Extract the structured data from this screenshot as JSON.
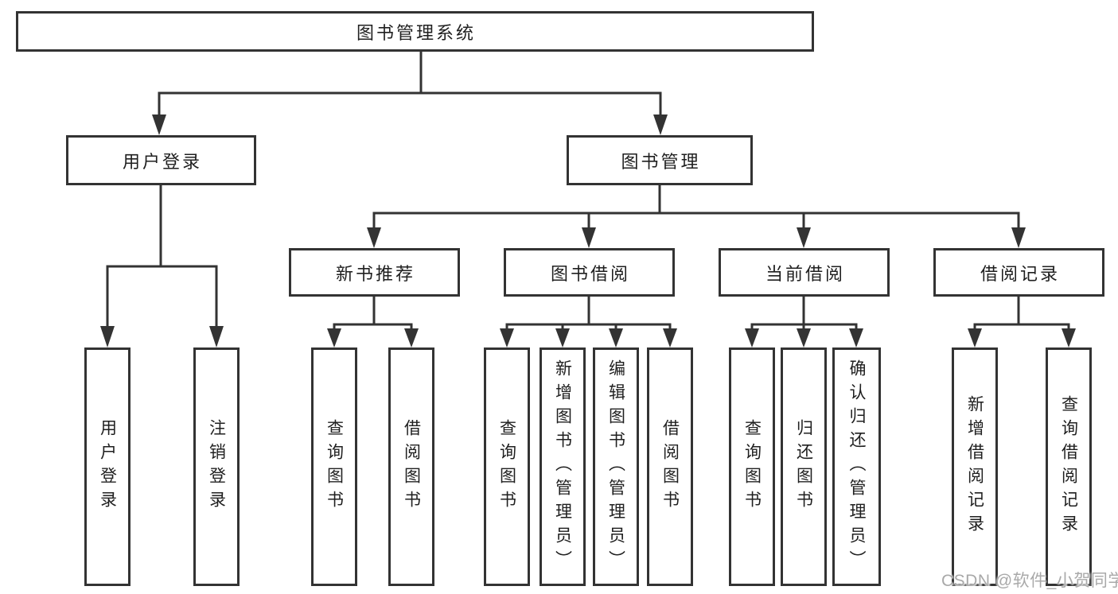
{
  "colors": {
    "background": "#ffffff",
    "box_border": "#333333",
    "connector_line": "#333333",
    "text": "#1f1f1f",
    "watermark_text": "#a9a9a9"
  },
  "tree": {
    "root": {
      "label": "图书管理系统"
    },
    "branches": [
      {
        "label": "用户登录",
        "children": [
          {
            "label": "用户登录"
          },
          {
            "label": "注销登录"
          }
        ]
      },
      {
        "label": "图书管理",
        "children": [
          {
            "label": "新书推荐",
            "children": [
              {
                "label": "查询图书"
              },
              {
                "label": "借阅图书"
              }
            ]
          },
          {
            "label": "图书借阅",
            "children": [
              {
                "label": "查询图书"
              },
              {
                "label": "新增图书（管理员）"
              },
              {
                "label": "编辑图书（管理员）"
              },
              {
                "label": "借阅图书"
              }
            ]
          },
          {
            "label": "当前借阅",
            "children": [
              {
                "label": "查询图书"
              },
              {
                "label": "归还图书"
              },
              {
                "label": "确认归还（管理员）"
              }
            ]
          },
          {
            "label": "借阅记录",
            "children": [
              {
                "label": "新增借阅记录"
              },
              {
                "label": "查询借阅记录"
              }
            ]
          }
        ]
      }
    ]
  },
  "watermark": {
    "text": "CSDN @软件_小贺同学"
  }
}
